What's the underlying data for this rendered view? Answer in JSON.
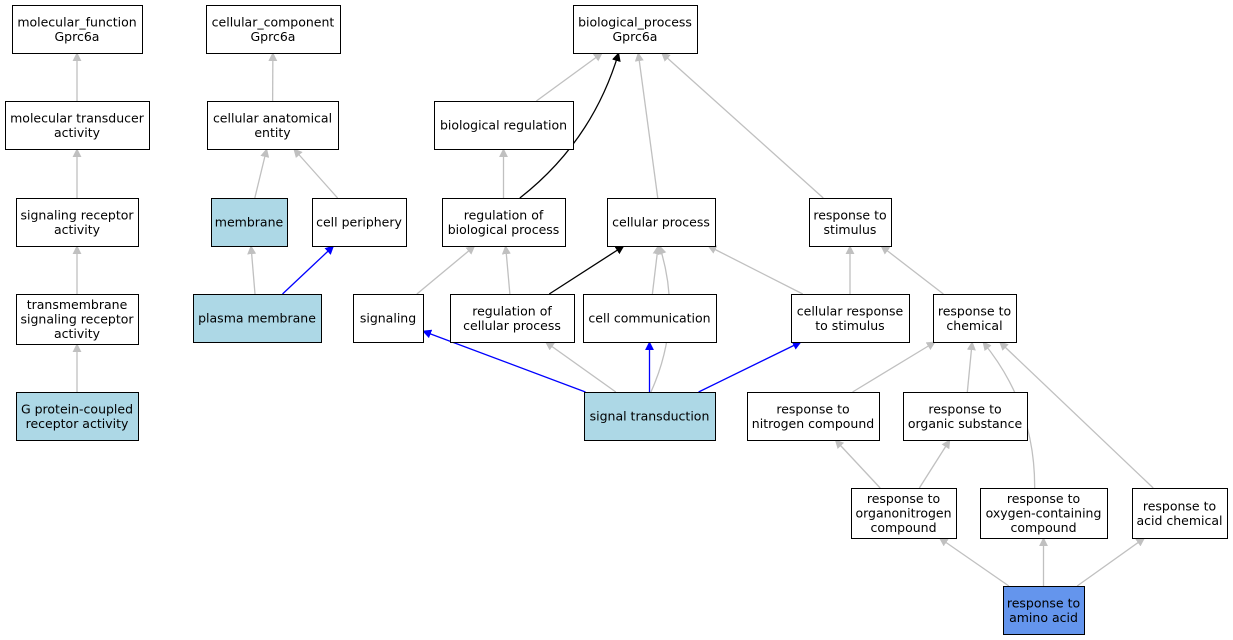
{
  "colors": {
    "node_default": "#ffffff",
    "node_highlight": "#add8e6",
    "node_focus": "#6495ed",
    "edge_gray": "#c0c0c0",
    "edge_black": "#000000",
    "edge_blue": "#0000ff"
  },
  "nodes": [
    {
      "id": "mf",
      "lines": [
        "molecular_function",
        "Gprc6a"
      ],
      "fill": "default"
    },
    {
      "id": "mta",
      "lines": [
        "molecular transducer",
        "activity"
      ],
      "fill": "default"
    },
    {
      "id": "sra",
      "lines": [
        "signaling receptor",
        "activity"
      ],
      "fill": "default"
    },
    {
      "id": "tsra",
      "lines": [
        "transmembrane",
        "signaling receptor",
        "activity"
      ],
      "fill": "default"
    },
    {
      "id": "gpcr",
      "lines": [
        "G protein-coupled",
        "receptor activity"
      ],
      "fill": "highlight"
    },
    {
      "id": "cc",
      "lines": [
        "cellular_component",
        "Gprc6a"
      ],
      "fill": "default"
    },
    {
      "id": "cae",
      "lines": [
        "cellular anatomical",
        "entity"
      ],
      "fill": "default"
    },
    {
      "id": "mem",
      "lines": [
        "membrane"
      ],
      "fill": "highlight"
    },
    {
      "id": "cp",
      "lines": [
        "cell periphery"
      ],
      "fill": "default"
    },
    {
      "id": "pm",
      "lines": [
        "plasma membrane"
      ],
      "fill": "highlight"
    },
    {
      "id": "bp",
      "lines": [
        "biological_process",
        "Gprc6a"
      ],
      "fill": "default"
    },
    {
      "id": "breg",
      "lines": [
        "biological regulation"
      ],
      "fill": "default"
    },
    {
      "id": "rbp",
      "lines": [
        "regulation of",
        "biological process"
      ],
      "fill": "default"
    },
    {
      "id": "cpr",
      "lines": [
        "cellular process"
      ],
      "fill": "default"
    },
    {
      "id": "rts",
      "lines": [
        "response to",
        "stimulus"
      ],
      "fill": "default"
    },
    {
      "id": "sig",
      "lines": [
        "signaling"
      ],
      "fill": "default"
    },
    {
      "id": "rcp",
      "lines": [
        "regulation of",
        "cellular process"
      ],
      "fill": "default"
    },
    {
      "id": "ccom",
      "lines": [
        "cell communication"
      ],
      "fill": "default"
    },
    {
      "id": "crs",
      "lines": [
        "cellular response",
        "to stimulus"
      ],
      "fill": "default"
    },
    {
      "id": "rtc",
      "lines": [
        "response to",
        "chemical"
      ],
      "fill": "default"
    },
    {
      "id": "st",
      "lines": [
        "signal transduction"
      ],
      "fill": "highlight"
    },
    {
      "id": "rnc",
      "lines": [
        "response to",
        "nitrogen compound"
      ],
      "fill": "default"
    },
    {
      "id": "ros",
      "lines": [
        "response to",
        "organic substance"
      ],
      "fill": "default"
    },
    {
      "id": "ronc",
      "lines": [
        "response to",
        "organonitrogen",
        "compound"
      ],
      "fill": "default"
    },
    {
      "id": "rocc",
      "lines": [
        "response to",
        "oxygen-containing",
        "compound"
      ],
      "fill": "default"
    },
    {
      "id": "rac",
      "lines": [
        "response to",
        "acid chemical"
      ],
      "fill": "default"
    },
    {
      "id": "raa",
      "lines": [
        "response to",
        "amino acid"
      ],
      "fill": "focus"
    }
  ],
  "edges": [
    {
      "from": "mta",
      "to": "mf",
      "color": "gray"
    },
    {
      "from": "sra",
      "to": "mta",
      "color": "gray"
    },
    {
      "from": "tsra",
      "to": "sra",
      "color": "gray"
    },
    {
      "from": "gpcr",
      "to": "tsra",
      "color": "gray"
    },
    {
      "from": "cae",
      "to": "cc",
      "color": "gray"
    },
    {
      "from": "mem",
      "to": "cae",
      "color": "gray"
    },
    {
      "from": "cp",
      "to": "cae",
      "color": "gray"
    },
    {
      "from": "pm",
      "to": "mem",
      "color": "gray"
    },
    {
      "from": "pm",
      "to": "cp",
      "color": "blue"
    },
    {
      "from": "breg",
      "to": "bp",
      "color": "gray"
    },
    {
      "from": "rbp",
      "to": "bp",
      "color": "black",
      "curve": true
    },
    {
      "from": "cpr",
      "to": "bp",
      "color": "gray"
    },
    {
      "from": "rts",
      "to": "bp",
      "color": "gray"
    },
    {
      "from": "rbp",
      "to": "breg",
      "color": "gray"
    },
    {
      "from": "sig",
      "to": "rbp",
      "color": "gray"
    },
    {
      "from": "rcp",
      "to": "rbp",
      "color": "gray"
    },
    {
      "from": "rcp",
      "to": "cpr",
      "color": "black"
    },
    {
      "from": "ccom",
      "to": "cpr",
      "color": "gray"
    },
    {
      "from": "crs",
      "to": "cpr",
      "color": "gray"
    },
    {
      "from": "st",
      "to": "cpr",
      "color": "gray",
      "curve": true
    },
    {
      "from": "crs",
      "to": "rts",
      "color": "gray"
    },
    {
      "from": "rtc",
      "to": "rts",
      "color": "gray"
    },
    {
      "from": "st",
      "to": "sig",
      "color": "blue"
    },
    {
      "from": "st",
      "to": "rcp",
      "color": "gray"
    },
    {
      "from": "st",
      "to": "ccom",
      "color": "blue"
    },
    {
      "from": "st",
      "to": "crs",
      "color": "blue"
    },
    {
      "from": "rnc",
      "to": "rtc",
      "color": "gray"
    },
    {
      "from": "ros",
      "to": "rtc",
      "color": "gray"
    },
    {
      "from": "rocc",
      "to": "rtc",
      "color": "gray",
      "curve": true
    },
    {
      "from": "rac",
      "to": "rtc",
      "color": "gray"
    },
    {
      "from": "ronc",
      "to": "rnc",
      "color": "gray"
    },
    {
      "from": "ronc",
      "to": "ros",
      "color": "gray"
    },
    {
      "from": "raa",
      "to": "ronc",
      "color": "gray"
    },
    {
      "from": "raa",
      "to": "rocc",
      "color": "gray"
    },
    {
      "from": "raa",
      "to": "rac",
      "color": "gray"
    }
  ]
}
